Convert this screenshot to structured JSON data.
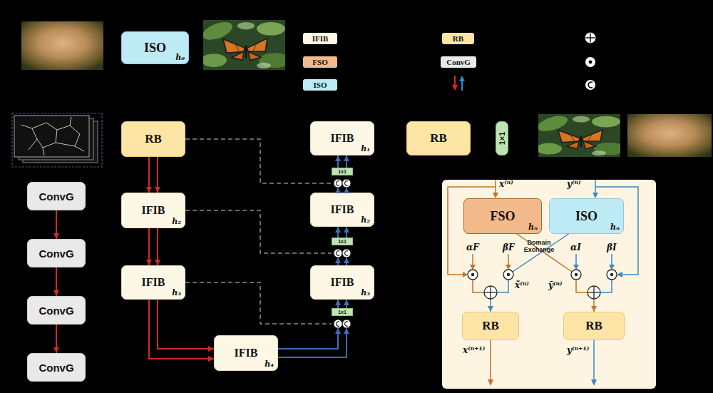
{
  "diagram": {
    "nodes": [
      {
        "text": [
          "ISO",
          "h₀"
        ]
      },
      {
        "text": [
          "ConvG"
        ]
      },
      {
        "text": [
          "ConvG"
        ]
      },
      {
        "text": [
          "ConvG"
        ]
      },
      {
        "text": [
          "ConvG"
        ]
      },
      {
        "text": [
          "RB"
        ]
      },
      {
        "text": [
          "IFIB",
          "h₂"
        ]
      },
      {
        "text": [
          "IFIB",
          "h₃"
        ]
      },
      {
        "text": [
          "IFIB",
          "h₄"
        ]
      },
      {
        "text": [
          "IFIB",
          "h₁"
        ]
      },
      {
        "text": [
          "IFIB",
          "h₂"
        ]
      },
      {
        "text": [
          "IFIB",
          "h₃"
        ]
      },
      {
        "text": [
          "1x1"
        ]
      },
      {
        "text": [
          "1x1"
        ]
      },
      {
        "text": [
          "1x1"
        ]
      },
      {
        "text": [
          "RB"
        ]
      },
      {
        "text": [
          "1×1"
        ]
      },
      {
        "text": [
          "FSO",
          "hₙ"
        ]
      },
      {
        "text": [
          "ISO",
          "hₙ"
        ]
      },
      {
        "text": [
          "RB"
        ]
      },
      {
        "text": [
          "RB"
        ]
      }
    ],
    "edges": [
      {
        "from": 1,
        "to": 2,
        "arrow": "to"
      },
      {
        "from": 2,
        "to": 3,
        "arrow": "to"
      },
      {
        "from": 3,
        "to": 4,
        "arrow": "to"
      },
      {
        "from": 5,
        "to": 6,
        "arrow": "to"
      },
      {
        "from": 6,
        "to": 7,
        "arrow": "to"
      },
      {
        "from": 7,
        "to": 8,
        "arrow": "to"
      },
      {
        "from": 8,
        "to": 14,
        "arrow": "to"
      },
      {
        "from": 14,
        "to": 11,
        "arrow": "to"
      },
      {
        "from": 11,
        "to": 13,
        "arrow": "to"
      },
      {
        "from": 13,
        "to": 10,
        "arrow": "to"
      },
      {
        "from": 10,
        "to": 12,
        "arrow": "to"
      },
      {
        "from": 12,
        "to": 9,
        "arrow": "to"
      },
      {
        "from": 5,
        "to": 12,
        "arrow": "none"
      },
      {
        "from": 6,
        "to": 13,
        "arrow": "none"
      },
      {
        "from": 7,
        "to": 14,
        "arrow": "none"
      },
      {
        "from": 17,
        "to": 20,
        "arrow": "to"
      },
      {
        "from": 18,
        "to": 19,
        "arrow": "to"
      }
    ],
    "labels": [
      "x⁽ⁿ⁾",
      "y⁽ⁿ⁾",
      "Domain Exchange",
      "αF",
      "βF",
      "αI",
      "βI",
      "x̃⁽ⁿ⁾",
      "ỹ⁽ⁿ⁾",
      "x⁽ⁿ⁺¹⁾",
      "y⁽ⁿ⁺¹⁾"
    ],
    "legend": [
      {
        "text": "IFIB",
        "color": "#fdf7e6"
      },
      {
        "text": "FSO",
        "color": "#f2b98a"
      },
      {
        "text": "ISO",
        "color": "#bdeaf5"
      },
      {
        "text": "RB",
        "color": "#fde5a6"
      },
      {
        "text": "ConvG",
        "color": "#e9e9e9"
      }
    ]
  }
}
